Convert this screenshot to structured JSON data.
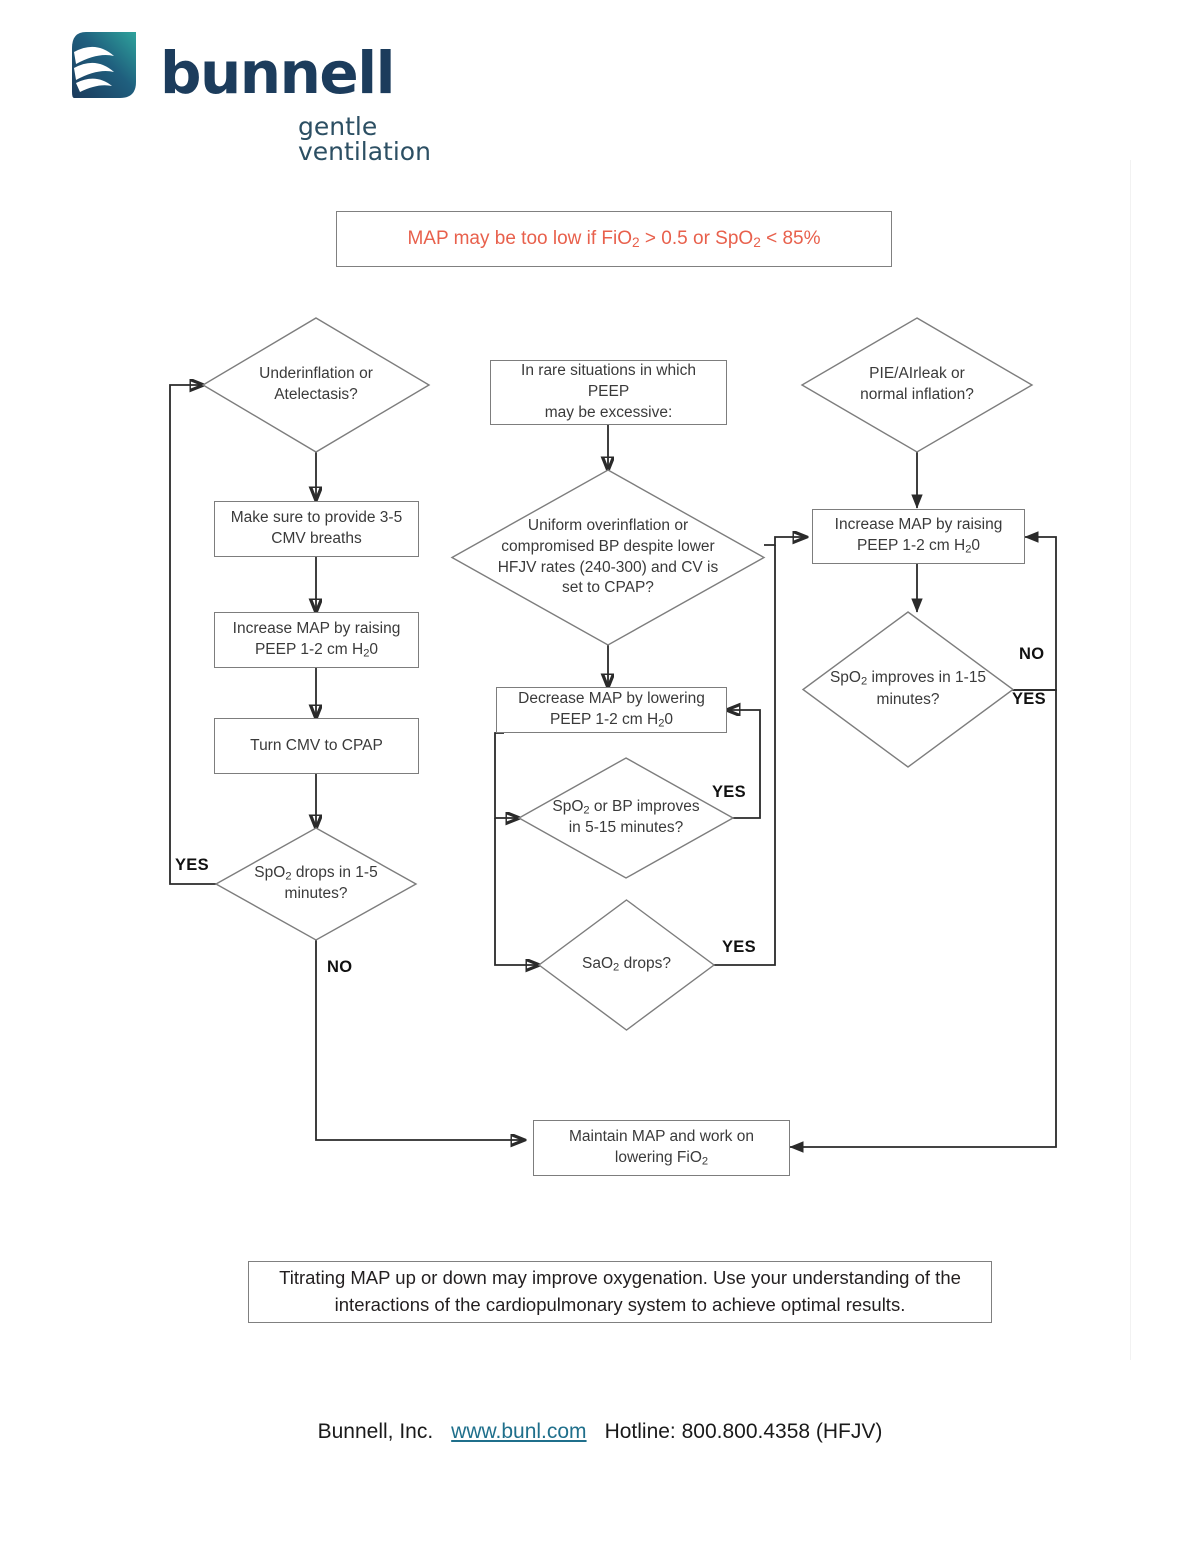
{
  "brand": {
    "name": "bunnell",
    "tagline": "gentle ventilation",
    "logo_icon": "bunnell-wave-logo",
    "logo_colors": {
      "dark": "#1c3c5c",
      "teal": "#2c8f9e",
      "word": "#1c3c5c"
    }
  },
  "banner": {
    "title_prefix": "MAP may be too low if FiO",
    "title_full": "MAP may be too low if FiO2 > 0.5 or SpO2 < 85%",
    "title_color": "#e8604c",
    "note": "Titrating MAP up or down may improve oxygenation. Use your understanding of the interactions of the cardiopulmonary system to achieve optimal results."
  },
  "chart_data": {
    "type": "diagram",
    "title": "MAP may be too low if FiO2 > 0.5 or SpO2 < 85%",
    "diagram_kind": "flowchart",
    "nodes": [
      {
        "id": "n1",
        "shape": "diamond",
        "column": "left",
        "text": "Underinflation or Atelectasis?"
      },
      {
        "id": "n2",
        "shape": "box",
        "column": "left",
        "text": "Make sure to provide 3-5 CMV breaths"
      },
      {
        "id": "n3",
        "shape": "box",
        "column": "left",
        "text": "Increase MAP by raising PEEP 1-2 cm H20"
      },
      {
        "id": "n4",
        "shape": "box",
        "column": "left",
        "text": "Turn CMV to CPAP"
      },
      {
        "id": "n5",
        "shape": "diamond",
        "column": "left",
        "text": "SpO2 drops in 1-5 minutes?"
      },
      {
        "id": "m1",
        "shape": "box",
        "column": "middle",
        "text": "In rare situations in which PEEP may be excessive:"
      },
      {
        "id": "m2",
        "shape": "diamond",
        "column": "middle",
        "text": "Uniform overinflation or compromised BP despite lower HFJV rates (240-300) and CV is set to CPAP?"
      },
      {
        "id": "m3",
        "shape": "box",
        "column": "middle",
        "text": "Decrease MAP by lowering PEEP 1-2 cm H20"
      },
      {
        "id": "m4",
        "shape": "diamond",
        "column": "middle",
        "text": "SpO2 or BP improves in 5-15 minutes?"
      },
      {
        "id": "m5",
        "shape": "diamond",
        "column": "middle",
        "text": "SaO2 drops?"
      },
      {
        "id": "r1",
        "shape": "diamond",
        "column": "right",
        "text": "PIE/AIrleak or normal inflation?"
      },
      {
        "id": "r2",
        "shape": "box",
        "column": "right",
        "text": "Increase MAP by raising PEEP 1-2 cm H20"
      },
      {
        "id": "r3",
        "shape": "diamond",
        "column": "right",
        "text": "SpO2 improves in 1-15 minutes?"
      },
      {
        "id": "end",
        "shape": "box",
        "column": "bottom",
        "text": "Maintain MAP and work on lowering FiO2"
      }
    ],
    "edges": [
      {
        "from": "n1",
        "to": "n2",
        "label": ""
      },
      {
        "from": "n2",
        "to": "n3",
        "label": ""
      },
      {
        "from": "n3",
        "to": "n4",
        "label": ""
      },
      {
        "from": "n4",
        "to": "n5",
        "label": ""
      },
      {
        "from": "n5",
        "to": "n1",
        "label": "YES"
      },
      {
        "from": "n5",
        "to": "end",
        "label": "NO"
      },
      {
        "from": "m1",
        "to": "m2",
        "label": ""
      },
      {
        "from": "m2",
        "to": "m3",
        "label": ""
      },
      {
        "from": "m2",
        "to": "r2",
        "label": ""
      },
      {
        "from": "m3",
        "to": "m4",
        "label": ""
      },
      {
        "from": "m4",
        "to": "m5",
        "label": ""
      },
      {
        "from": "m4",
        "to": "m3",
        "label": "YES"
      },
      {
        "from": "m5",
        "to": "r2",
        "label": "YES"
      },
      {
        "from": "r1",
        "to": "r2",
        "label": ""
      },
      {
        "from": "r2",
        "to": "r3",
        "label": ""
      },
      {
        "from": "r3",
        "to": "r2",
        "label": "NO"
      },
      {
        "from": "r3",
        "to": "end",
        "label": "YES"
      }
    ],
    "edge_labels": [
      "YES",
      "NO",
      "YES",
      "YES",
      "NO",
      "YES"
    ]
  },
  "nodes": {
    "n1_l1": "Underinflation or",
    "n1_l2": "Atelectasis?",
    "n2_l1": "Make sure to provide 3-5",
    "n2_l2": "CMV breaths",
    "n3_l1": "Increase MAP by raising",
    "n3_l2_pre": "PEEP 1-2 cm H",
    "n3_l2_sub": "2",
    "n3_l2_post": "0",
    "n4_l1": "Turn CMV to CPAP",
    "n5_l1_pre": "SpO",
    "n5_l1_sub": "2",
    "n5_l1_post": " drops in 1-5",
    "n5_l2": "minutes?",
    "m1_l1": "In rare situations in which PEEP",
    "m1_l2": "may be excessive:",
    "m2_l1": "Uniform overinflation or",
    "m2_l2": "compromised BP despite lower",
    "m2_l3": "HFJV rates (240-300) and CV is",
    "m2_l4": "set to CPAP?",
    "m3_l1": "Decrease MAP by lowering",
    "m3_l2_pre": "PEEP 1-2 cm H",
    "m3_l2_sub": "2",
    "m3_l2_post": "0",
    "m4_l1_pre": "SpO",
    "m4_l1_sub": "2",
    "m4_l1_post": " or BP improves",
    "m4_l2": "in 5-15 minutes?",
    "m5_l1_pre": "SaO",
    "m5_l1_sub": "2",
    "m5_l1_post": " drops?",
    "r1_l1": "PIE/AIrleak or",
    "r1_l2": "normal inflation?",
    "r2_l1": "Increase MAP by raising",
    "r2_l2_pre": "PEEP 1-2 cm H",
    "r2_l2_sub": "2",
    "r2_l2_post": "0",
    "r3_l1_pre": "SpO",
    "r3_l1_sub": "2",
    "r3_l1_post": " improves in 1-15",
    "r3_l2": "minutes?",
    "end_l1": "Maintain MAP and work on",
    "end_l2_pre": "lowering FiO",
    "end_l2_sub": "2"
  },
  "labels": {
    "yes_left": "YES",
    "no_left": "NO",
    "yes_mid_top": "YES",
    "yes_mid_bottom": "YES",
    "no_right": "NO",
    "yes_right": "YES"
  },
  "banner_title_parts": {
    "p1": "MAP may be too low if FiO",
    "s1": "2",
    "p2": " > 0.5 or SpO",
    "s2": "2",
    "p3": " < 85%"
  },
  "footer": {
    "company": "Bunnell, Inc.",
    "website": "www.bunl.com",
    "hotline": "Hotline: 800.800.4358 (HFJV)"
  }
}
